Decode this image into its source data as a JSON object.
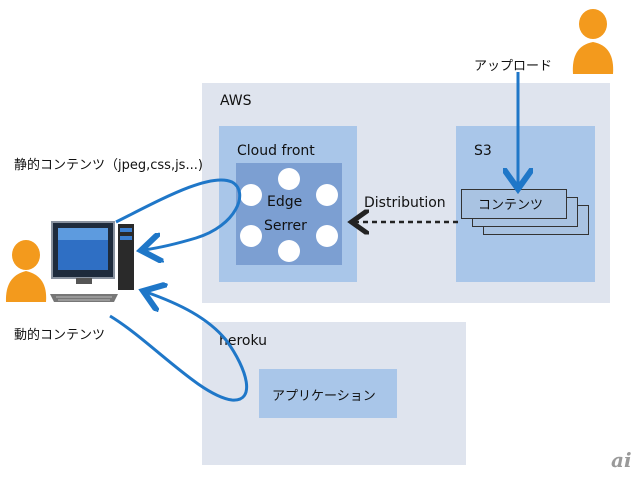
{
  "aws": {
    "label": "AWS"
  },
  "cloudfront": {
    "label": "Cloud front",
    "edge_line1": "Edge",
    "edge_line2": "Serrer"
  },
  "s3": {
    "label": "S3",
    "content_label": "コンテンツ"
  },
  "heroku": {
    "label": "heroku",
    "app_label": "アプリケーション"
  },
  "labels": {
    "upload": "アップロード",
    "distribution": "Distribution",
    "static_contents": "静的コンテンツ（jpeg,css,js...)",
    "dynamic_contents": "動的コンテンツ"
  },
  "watermark": "ai",
  "colors": {
    "outer_region": "#dfe4ee",
    "inner_panel": "#a9c6e9",
    "edge_box": "#7c9fd2",
    "arrow_blue": "#1f77c8",
    "person_orange": "#f39a1d"
  }
}
